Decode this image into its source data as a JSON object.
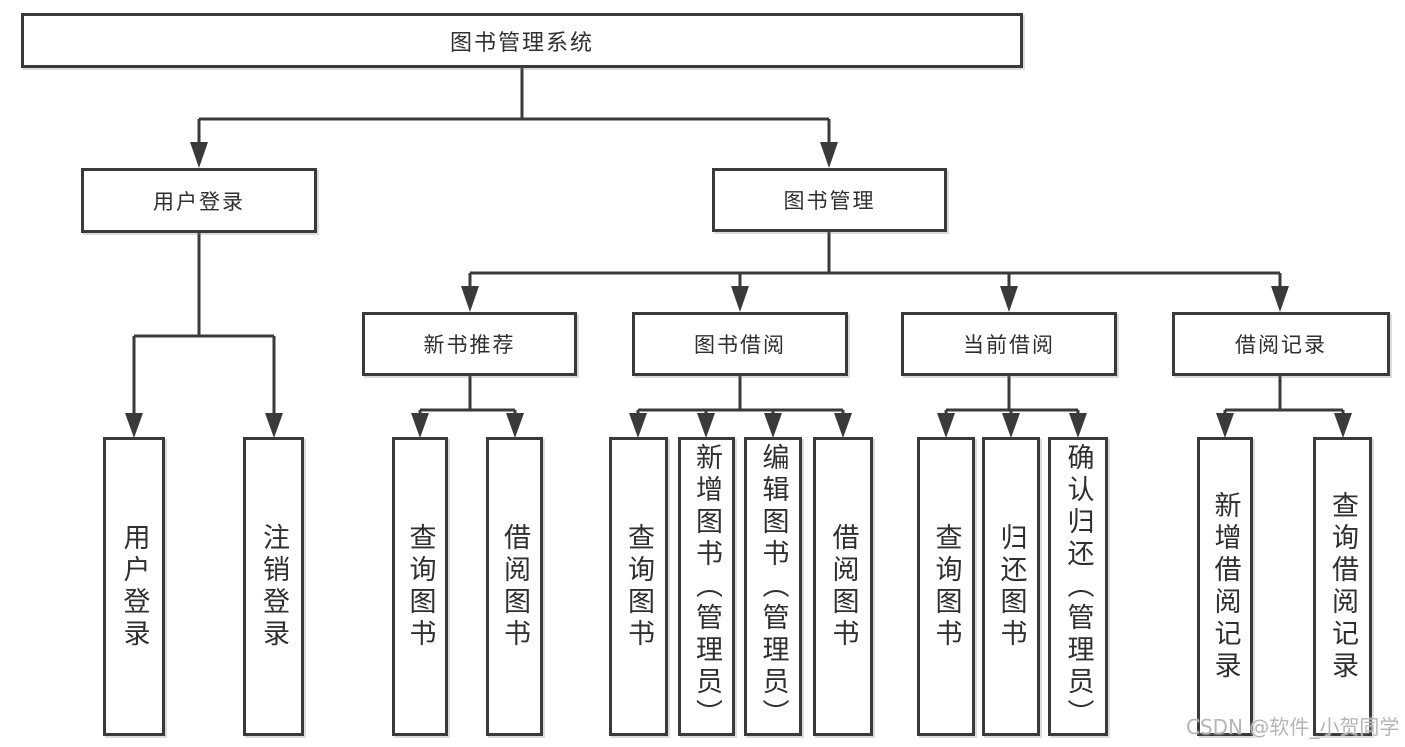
{
  "watermark": "CSDN @软件_小贺同学",
  "colors": {
    "background": "#ffffff",
    "line": "#3a3a3a",
    "box_border": "#3a3a3a",
    "text": "#2f2f2f",
    "watermark": "#b5b5b5"
  },
  "tree": {
    "label": "图书管理系统",
    "children": [
      {
        "label": "用户登录",
        "children": [
          {
            "label": "用户登录"
          },
          {
            "label": "注销登录"
          }
        ]
      },
      {
        "label": "图书管理",
        "children": [
          {
            "label": "新书推荐",
            "children": [
              {
                "label": "查询图书"
              },
              {
                "label": "借阅图书"
              }
            ]
          },
          {
            "label": "图书借阅",
            "children": [
              {
                "label": "查询图书"
              },
              {
                "label": "新增图书（管理员）"
              },
              {
                "label": "编辑图书（管理员）"
              },
              {
                "label": "借阅图书"
              }
            ]
          },
          {
            "label": "当前借阅",
            "children": [
              {
                "label": "查询图书"
              },
              {
                "label": "归还图书"
              },
              {
                "label": "确认归还（管理员）"
              }
            ]
          },
          {
            "label": "借阅记录",
            "children": [
              {
                "label": "新增借阅记录"
              },
              {
                "label": "查询借阅记录"
              }
            ]
          }
        ]
      }
    ]
  }
}
